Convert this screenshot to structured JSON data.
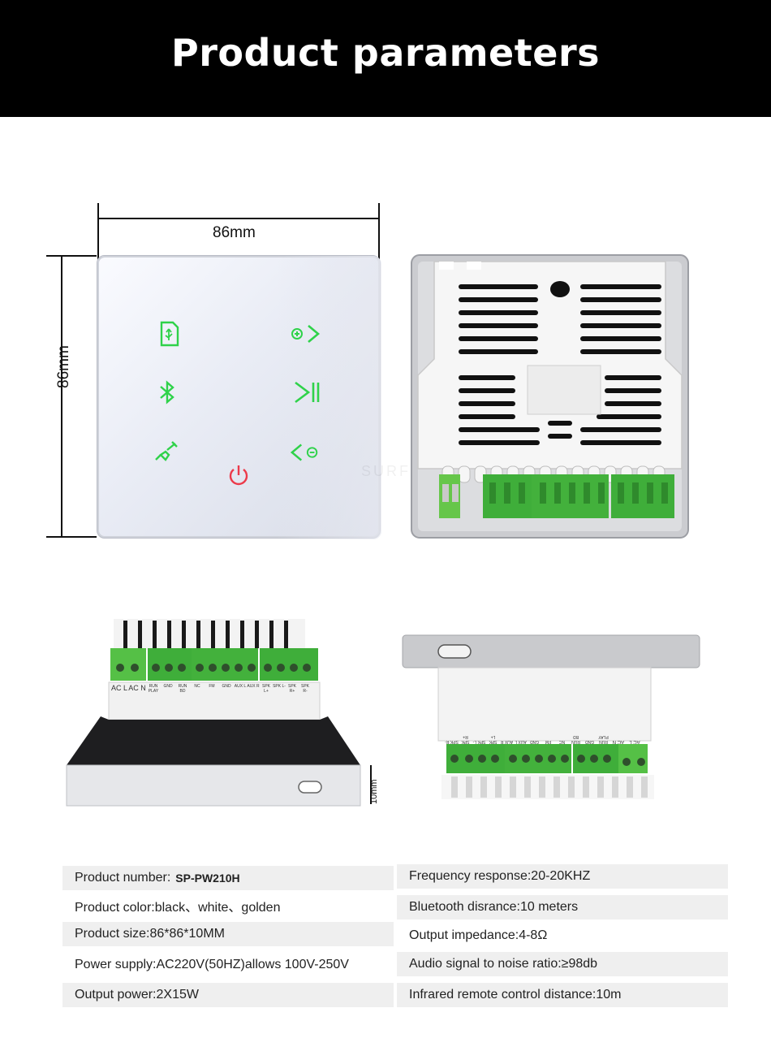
{
  "header": {
    "title": "Product parameters"
  },
  "dimensions": {
    "width_label": "86mm",
    "height_label": "86mm",
    "depth_label": "10mm"
  },
  "brand_watermark": "SURF",
  "terminal_labels_side": [
    "AC L",
    "AC N",
    "RUN PLAY",
    "GND",
    "RUN BD",
    "NC",
    "FM",
    "GND",
    "AUX L",
    "AUX R",
    "SPK L+",
    "SPK L-",
    "SPK R+",
    "SPK R-"
  ],
  "terminal_labels_top": [
    "SPK R-",
    "SPK R+",
    "SPK L-",
    "SPK L+",
    "AUX R",
    "AUX L",
    "GND",
    "FM",
    "NC",
    "RUN BD",
    "GND",
    "RUN PLAY",
    "AC N",
    "AC L"
  ],
  "specs": {
    "left": [
      {
        "label": "Product number:",
        "value": "SP-PW210H"
      },
      {
        "label": "Product color:black、white、golden"
      },
      {
        "label": "Product  size:86*86*10MM"
      },
      {
        "label": "Power supply:AC220V(50HZ)allows  100V-250V"
      },
      {
        "label": "Output power:2X15W"
      }
    ],
    "right": [
      {
        "label": "Frequency response:20-20KHZ"
      },
      {
        "label": "Bluetooth disrance:10 meters"
      },
      {
        "label": "Output impedance:4-8Ω"
      },
      {
        "label": "Audio  signal  to  noise  ratio:≥98db"
      },
      {
        "label": "Infrared remote control distance:10m"
      }
    ]
  },
  "colors": {
    "accent_green": "#2fd24a",
    "power_red": "#ec3a4a",
    "terminal_green": "#3fae3a"
  }
}
